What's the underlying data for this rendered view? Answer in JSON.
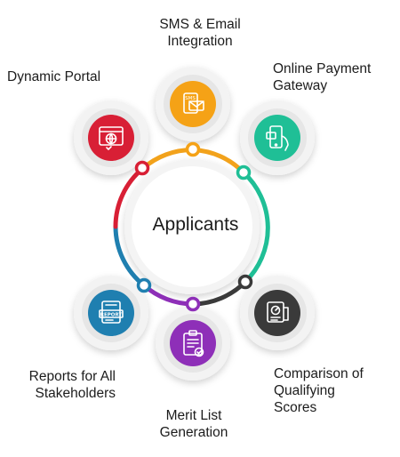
{
  "hub": {
    "title": "Applicants"
  },
  "features": [
    {
      "id": "sms",
      "lines": [
        "SMS & Email",
        "Integration"
      ],
      "color": "#f5a216",
      "icon": "sms-email-icon",
      "icon_text": "SMS"
    },
    {
      "id": "payment",
      "lines": [
        "Online Payment",
        "Gateway"
      ],
      "color": "#1fbf96",
      "icon": "mobile-payment-icon"
    },
    {
      "id": "comparison",
      "lines": [
        "Comparison of",
        "Qualifying",
        "Scores"
      ],
      "color": "#3a3a3a",
      "icon": "score-comparison-icon"
    },
    {
      "id": "merit",
      "lines": [
        "Merit List",
        "Generation"
      ],
      "color": "#8e2fb8",
      "icon": "clipboard-list-icon"
    },
    {
      "id": "reports",
      "lines": [
        "Reports for All",
        "Stakeholders"
      ],
      "color": "#1f7fb0",
      "icon": "report-icon",
      "icon_text": "REPORT"
    },
    {
      "id": "portal",
      "lines": [
        "Dynamic Portal"
      ],
      "color": "#d81f35",
      "icon": "web-portal-icon"
    }
  ]
}
